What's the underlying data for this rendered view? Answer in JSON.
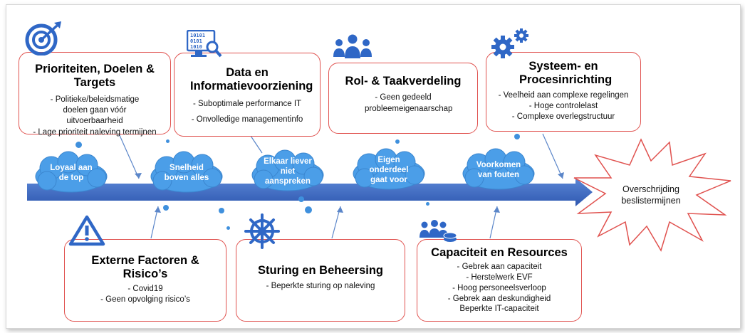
{
  "colors": {
    "arrow": "#3f6cc4",
    "box_border": "#e0524f",
    "cloud": "#4b9ee8",
    "icon": "#2f67c6",
    "burst_border": "#e0524f"
  },
  "top_boxes": [
    {
      "icon": "target-icon",
      "title": "Prioriteiten, Doelen & Targets",
      "items": [
        "- Politieke/beleidsmatige doelen gaan vóór uitvoerbaarheid",
        "- Lage prioriteit naleving termijnen"
      ]
    },
    {
      "icon": "data-monitor-icon",
      "title": "Data en Informatievoorziening",
      "items": [
        "- Suboptimale performance IT",
        "- Onvolledige managementinfo"
      ]
    },
    {
      "icon": "people-icon",
      "title": "Rol- & Taakverdeling",
      "items": [
        "- Geen gedeeld probleemeigenaarschap"
      ]
    },
    {
      "icon": "gears-icon",
      "title": "Systeem- en Procesinrichting",
      "items": [
        "- Veelheid aan complexe regelingen",
        "- Hoge controlelast",
        "- Complexe overlegstructuur"
      ]
    }
  ],
  "bottom_boxes": [
    {
      "icon": "warning-icon",
      "title": "Externe Factoren & Risico’s",
      "items": [
        "- Covid19",
        "- Geen opvolging risico’s"
      ]
    },
    {
      "icon": "helm-icon",
      "title": "Sturing en Beheersing",
      "items": [
        "- Beperkte sturing op naleving"
      ]
    },
    {
      "icon": "people-coins-icon",
      "title": "Capaciteit en Resources",
      "items": [
        "- Gebrek aan capaciteit",
        "- Herstelwerk EVF",
        "- Hoog personeelsverloop",
        "- Gebrek aan deskundigheid",
        "Beperkte IT-capaciteit"
      ]
    }
  ],
  "clouds": [
    {
      "label": "Loyaal aan de top"
    },
    {
      "label": "Snelheid boven alles"
    },
    {
      "label": "Elkaar liever niet aanspreken"
    },
    {
      "label": "Eigen onderdeel gaat voor"
    },
    {
      "label": "Voorkomen van fouten"
    }
  ],
  "outcome": {
    "label": "Overschrijding beslistermijnen"
  }
}
